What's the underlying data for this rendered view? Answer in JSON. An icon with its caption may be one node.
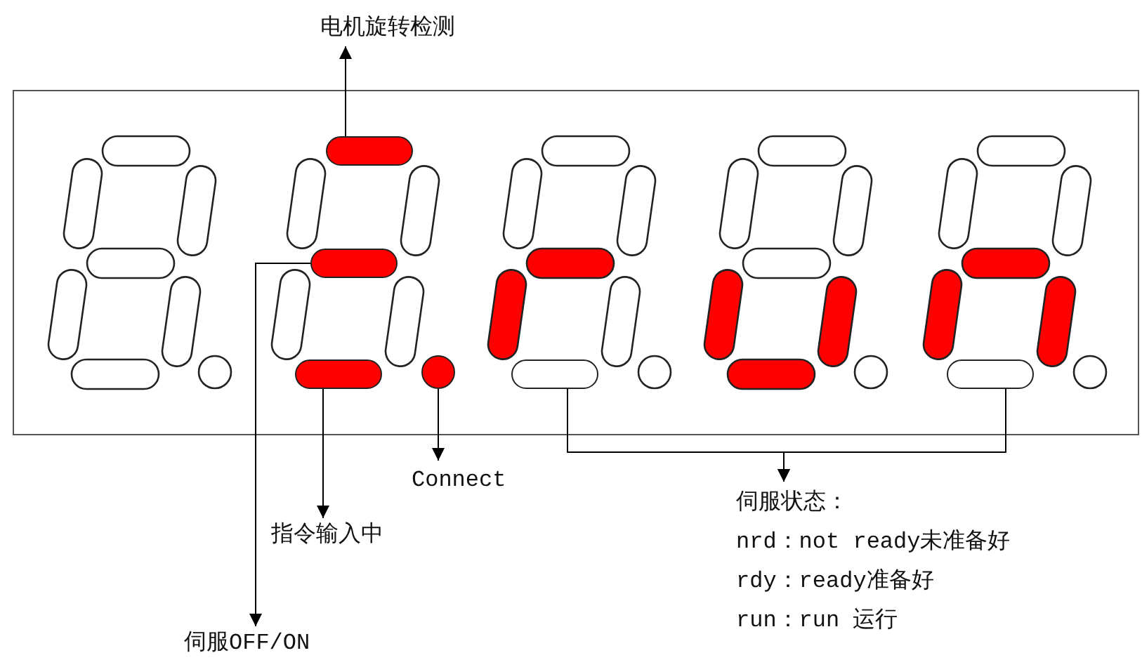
{
  "diagram": {
    "nodes": [
      {
        "text": [],
        "shape": "box"
      },
      {
        "text": [],
        "shape": "bar",
        "in": 0
      },
      {
        "text": [],
        "shape": "bar",
        "in": 0
      },
      {
        "text": [],
        "shape": "bar",
        "in": 0
      },
      {
        "text": [],
        "shape": "circle",
        "in": 0
      },
      {
        "text": [],
        "shape": "bar",
        "in": 0
      },
      {
        "text": [],
        "shape": "bar",
        "in": 0
      },
      {
        "text": [
          "电机旋转检测"
        ]
      },
      {
        "text": [
          "伺服OFF/ON"
        ]
      },
      {
        "text": [
          "指令输入中"
        ]
      },
      {
        "text": [
          "Connect"
        ]
      },
      {
        "text": [
          "伺服状态：",
          "nrd：not ready未准备好",
          "rdy：ready准备好",
          "run：run 运行"
        ]
      }
    ],
    "edges": [
      {
        "from": 1,
        "to": 7,
        "arrow": "to"
      },
      {
        "from": 2,
        "to": 8,
        "arrow": "to"
      },
      {
        "from": 3,
        "to": 9,
        "arrow": "to"
      },
      {
        "from": 4,
        "to": 10,
        "arrow": "to"
      },
      {
        "from": 5,
        "to": 11,
        "arrow": "to"
      },
      {
        "from": 6,
        "to": 11,
        "arrow": "to"
      }
    ]
  }
}
